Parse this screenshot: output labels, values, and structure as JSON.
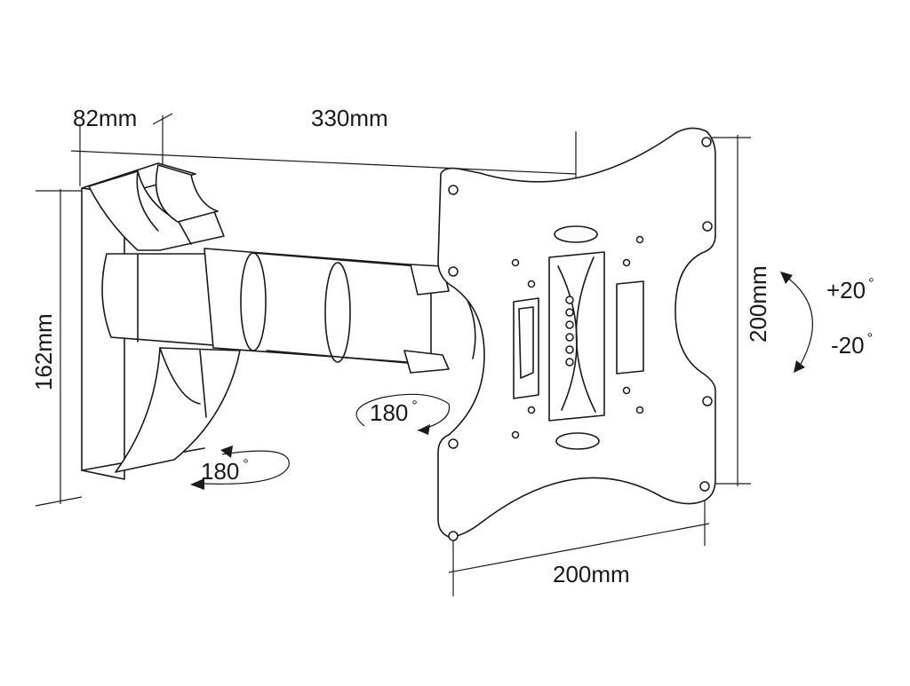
{
  "dimensions": {
    "wall_plate_depth": "82mm",
    "arm_extension": "330mm",
    "wall_plate_height": "162mm",
    "vesa_vertical": "200mm",
    "vesa_horizontal": "200mm"
  },
  "rotations": {
    "arm_swivel": "180",
    "wall_swivel": "180",
    "tilt_up": "+20",
    "tilt_down": "-20",
    "degree_symbol": "°"
  }
}
